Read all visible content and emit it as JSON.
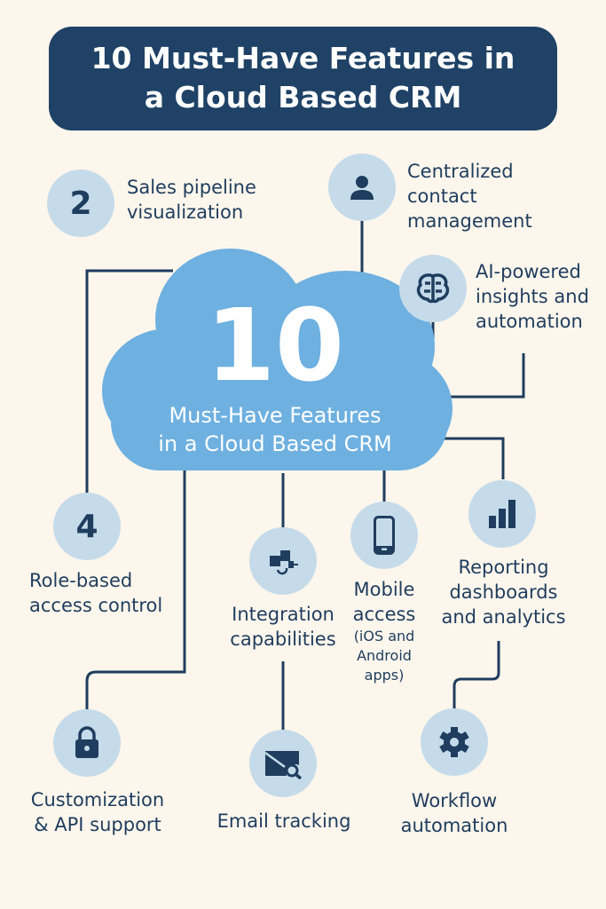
{
  "title": {
    "line1": "10 Must-Have Features in",
    "line2": "a Cloud Based CRM"
  },
  "cloud": {
    "number": "10",
    "line1": "Must-Have Features",
    "line2": "in a Cloud Based CRM"
  },
  "features": {
    "sales": {
      "badge": "2",
      "line1": "Sales pipeline",
      "line2": "visualization"
    },
    "contact": {
      "line1": "Centralized",
      "line2": "contact",
      "line3": "management"
    },
    "ai": {
      "line1": "AI-powered",
      "line2": "insights and",
      "line3": "automation"
    },
    "role": {
      "badge": "4",
      "line1": "Role-based",
      "line2": "access control"
    },
    "integration": {
      "line1": "Integration",
      "line2": "capabilities"
    },
    "mobile": {
      "line1": "Mobile",
      "line2": "access",
      "line3": "(iOS and",
      "line4": "Android",
      "line5": "apps)"
    },
    "reporting": {
      "line1": "Reporting",
      "line2": "dashboards",
      "line3": "and analytics"
    },
    "custom": {
      "line1": "Customization",
      "line2": "& API support"
    },
    "email": {
      "line1": "Email tracking"
    },
    "workflow": {
      "line1": "Workflow",
      "line2": "automation"
    }
  },
  "colors": {
    "navy": "#1f4266",
    "circle": "#c5dbea",
    "cloud": "#6eb0e0",
    "background": "#fdf6ec"
  }
}
